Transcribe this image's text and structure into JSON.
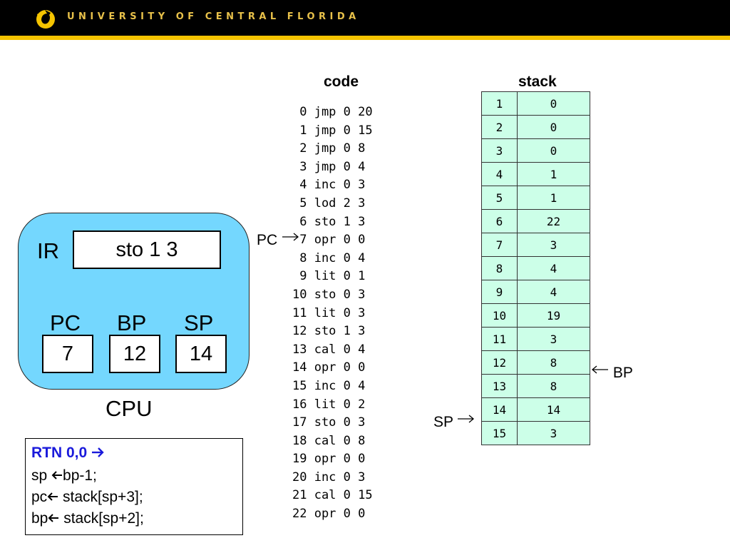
{
  "header": {
    "university_name": "UNIVERSITY OF CENTRAL FLORIDA",
    "logo_icon": "pegasus-logo-icon",
    "brand_color": "#f5c400"
  },
  "code": {
    "title": "code",
    "lines": [
      " 0 jmp 0 20",
      " 1 jmp 0 15",
      " 2 jmp 0 8",
      " 3 jmp 0 4",
      " 4 inc 0 3",
      " 5 lod 2 3",
      " 6 sto 1 3",
      " 7 opr 0 0",
      " 8 inc 0 4",
      " 9 lit 0 1",
      "10 sto 0 3",
      "11 lit 0 3",
      "12 sto 1 3",
      "13 cal 0 4",
      "14 opr 0 0",
      "15 inc 0 4",
      "16 lit 0 2",
      "17 sto 0 3",
      "18 cal 0 8",
      "19 opr 0 0",
      "20 inc 0 3",
      "21 cal 0 15",
      "22 opr 0 0"
    ],
    "pc_pointer": "PC",
    "pc_pointer_line": 7
  },
  "stack": {
    "title": "stack",
    "rows": [
      {
        "index": "1",
        "value": "0"
      },
      {
        "index": "2",
        "value": "0"
      },
      {
        "index": "3",
        "value": "0"
      },
      {
        "index": "4",
        "value": "1"
      },
      {
        "index": "5",
        "value": "1"
      },
      {
        "index": "6",
        "value": "22"
      },
      {
        "index": "7",
        "value": "3"
      },
      {
        "index": "8",
        "value": "4"
      },
      {
        "index": "9",
        "value": "4"
      },
      {
        "index": "10",
        "value": "19"
      },
      {
        "index": "11",
        "value": "3"
      },
      {
        "index": "12",
        "value": "8"
      },
      {
        "index": "13",
        "value": "8"
      },
      {
        "index": "14",
        "value": "14"
      },
      {
        "index": "15",
        "value": "3"
      }
    ],
    "bp_pointer": "BP",
    "sp_pointer": "SP",
    "cell_color": "#ccffe8"
  },
  "cpu": {
    "label": "CPU",
    "color": "#74d7fe",
    "ir_label": "IR",
    "ir_value": "sto 1 3",
    "registers": {
      "pc_label": "PC",
      "pc_value": "7",
      "bp_label": "BP",
      "bp_value": "12",
      "sp_label": "SP",
      "sp_value": "14"
    }
  },
  "rtn": {
    "title": "RTN  0,0 ",
    "title_color": "#1a1adb",
    "line1_pre": "sp ",
    "line1_post": "bp-1;",
    "line2_pre": "pc",
    "line2_post": " stack[sp+3];",
    "line3_pre": "bp",
    "line3_post": " stack[sp+2];",
    "arrow_icons": [
      "right-arrow-icon",
      "left-arrow-icon"
    ]
  }
}
